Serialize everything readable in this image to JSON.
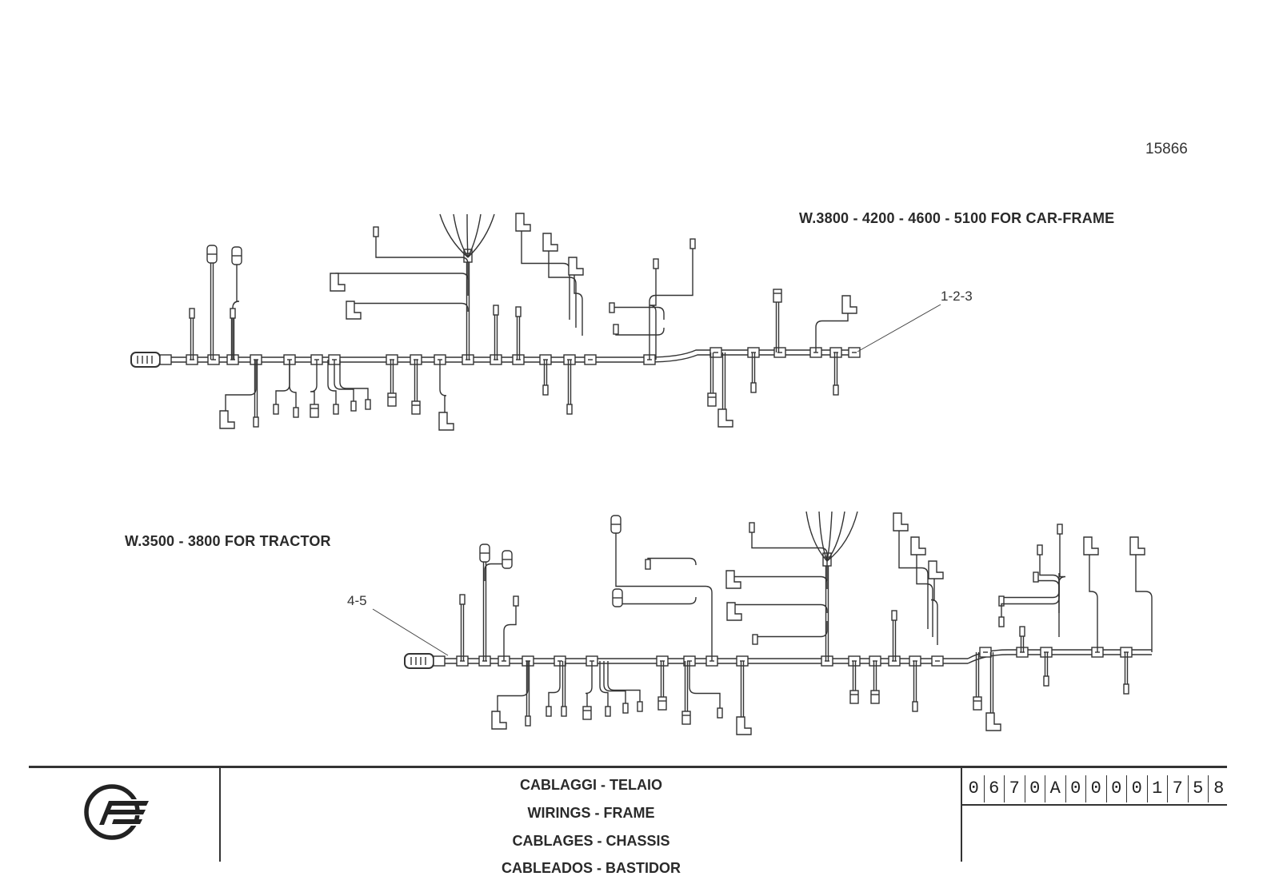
{
  "sheet_number": "15866",
  "variants": {
    "top_label": "W.3800 - 4200 - 4600 - 5100  FOR CAR-FRAME",
    "bottom_label": "W.3500 - 3800  FOR TRACTOR"
  },
  "callouts": {
    "top": "1-2-3",
    "bottom": "4-5"
  },
  "title_block": {
    "titles": [
      "CABLAGGI - TELAIO",
      "WIRINGS - FRAME",
      "CABLAGES - CHASSIS",
      "CABLEADOS - BASTIDOR"
    ],
    "part_code_chars": [
      "0",
      "6",
      "7",
      "0",
      "A",
      "0",
      "0",
      "0",
      "0",
      "1",
      "7",
      "5",
      "8"
    ]
  }
}
